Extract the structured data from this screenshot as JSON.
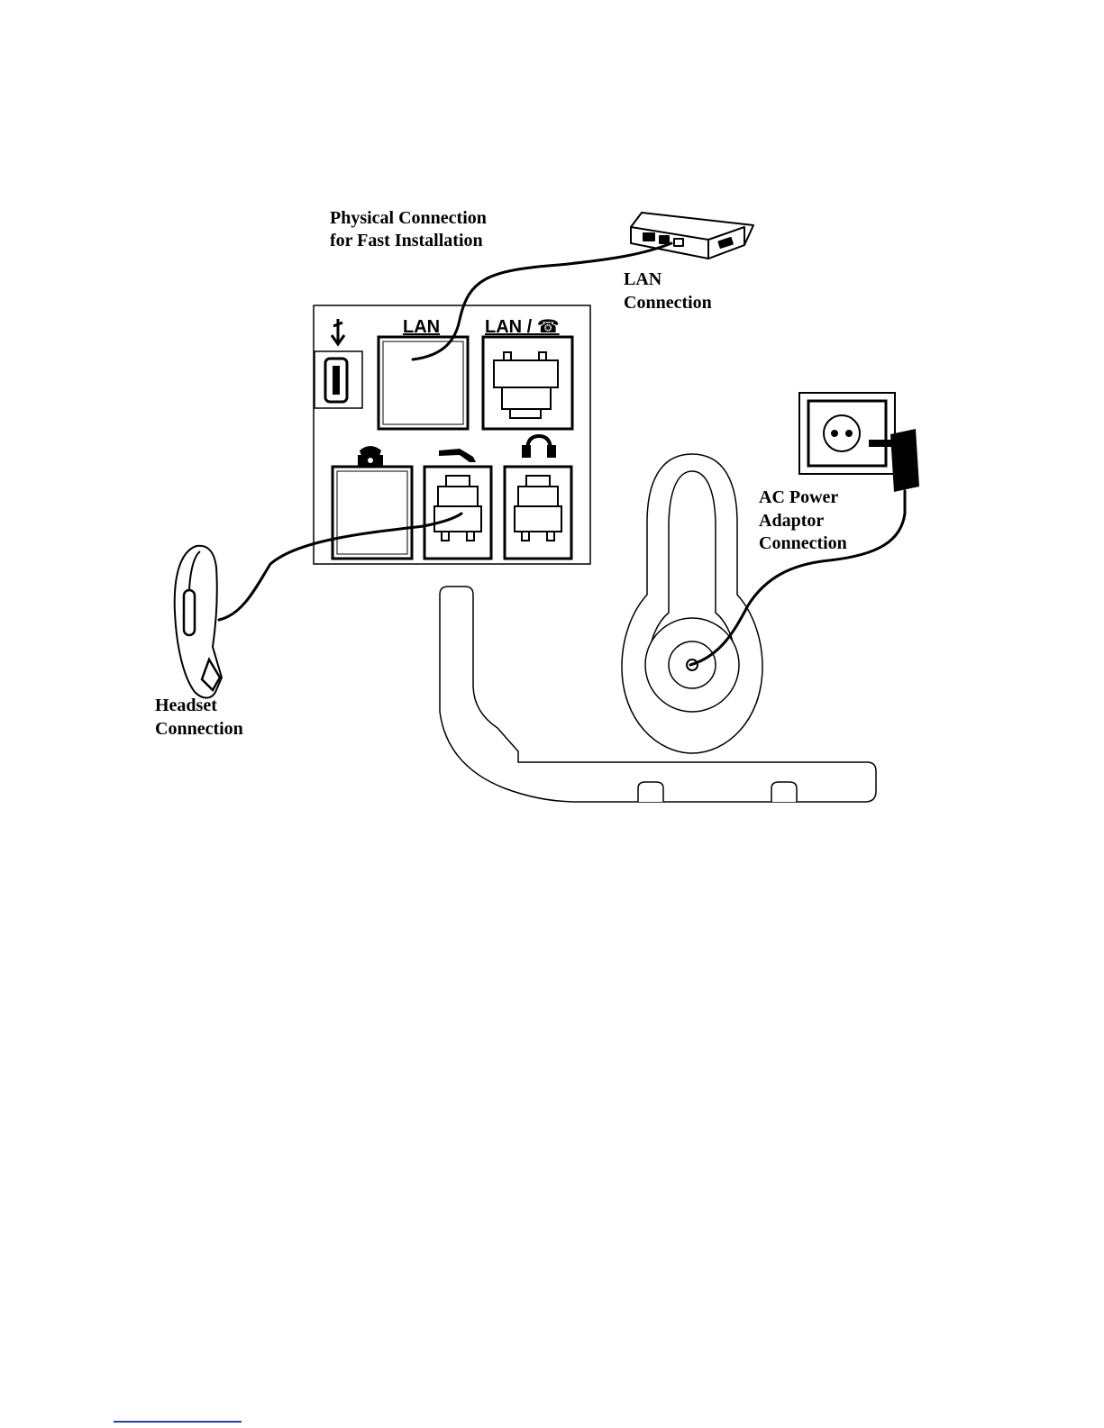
{
  "labels": {
    "physical_line1": "Physical Connection",
    "physical_line2": "for Fast Installation",
    "lan_conn_line1": "LAN",
    "lan_conn_line2": "Connection",
    "ac_line1": "AC Power",
    "ac_line2": "Adaptor",
    "ac_line3": "Connection",
    "headset_line1": "Headset",
    "headset_line2": "Connection"
  },
  "ports": {
    "lan": "LAN",
    "lan_phone": "LAN / ☎"
  },
  "icons": [
    "usb-icon",
    "phone-icon",
    "handset-icon",
    "headset-icon",
    "wall-socket-icon",
    "power-adapter-icon",
    "network-switch-icon",
    "headset-device-icon",
    "phone-stand-icon"
  ]
}
